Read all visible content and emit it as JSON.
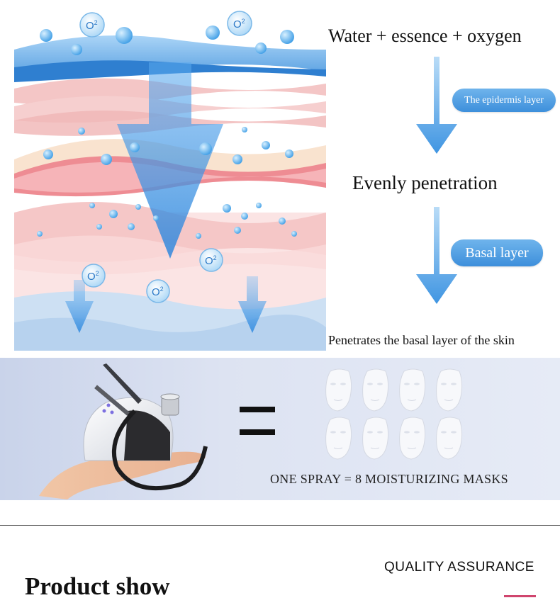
{
  "diagram": {
    "title_top": "Water + essence + oxygen",
    "label_epidermis": "The epidermis layer",
    "title_middle": "Evenly penetration",
    "label_basal": "Basal layer",
    "caption_bottom": "Penetrates the basal layer of the skin",
    "oxygen_label": "O",
    "oxygen_sup": "2"
  },
  "spray": {
    "equals": "=",
    "caption": "ONE SPRAY = 8 MOISTURIZING MASKS",
    "mask_count": 8
  },
  "section": {
    "quality": "QUALITY ASSURANCE",
    "product": "Product show"
  },
  "colors": {
    "arrow_blue": "#4a9fe8",
    "pill_blue": "#4d9ae0",
    "accent": "#d0456e",
    "skin_pink": "#f3b9bd",
    "band_start": "#c9d3ea"
  }
}
